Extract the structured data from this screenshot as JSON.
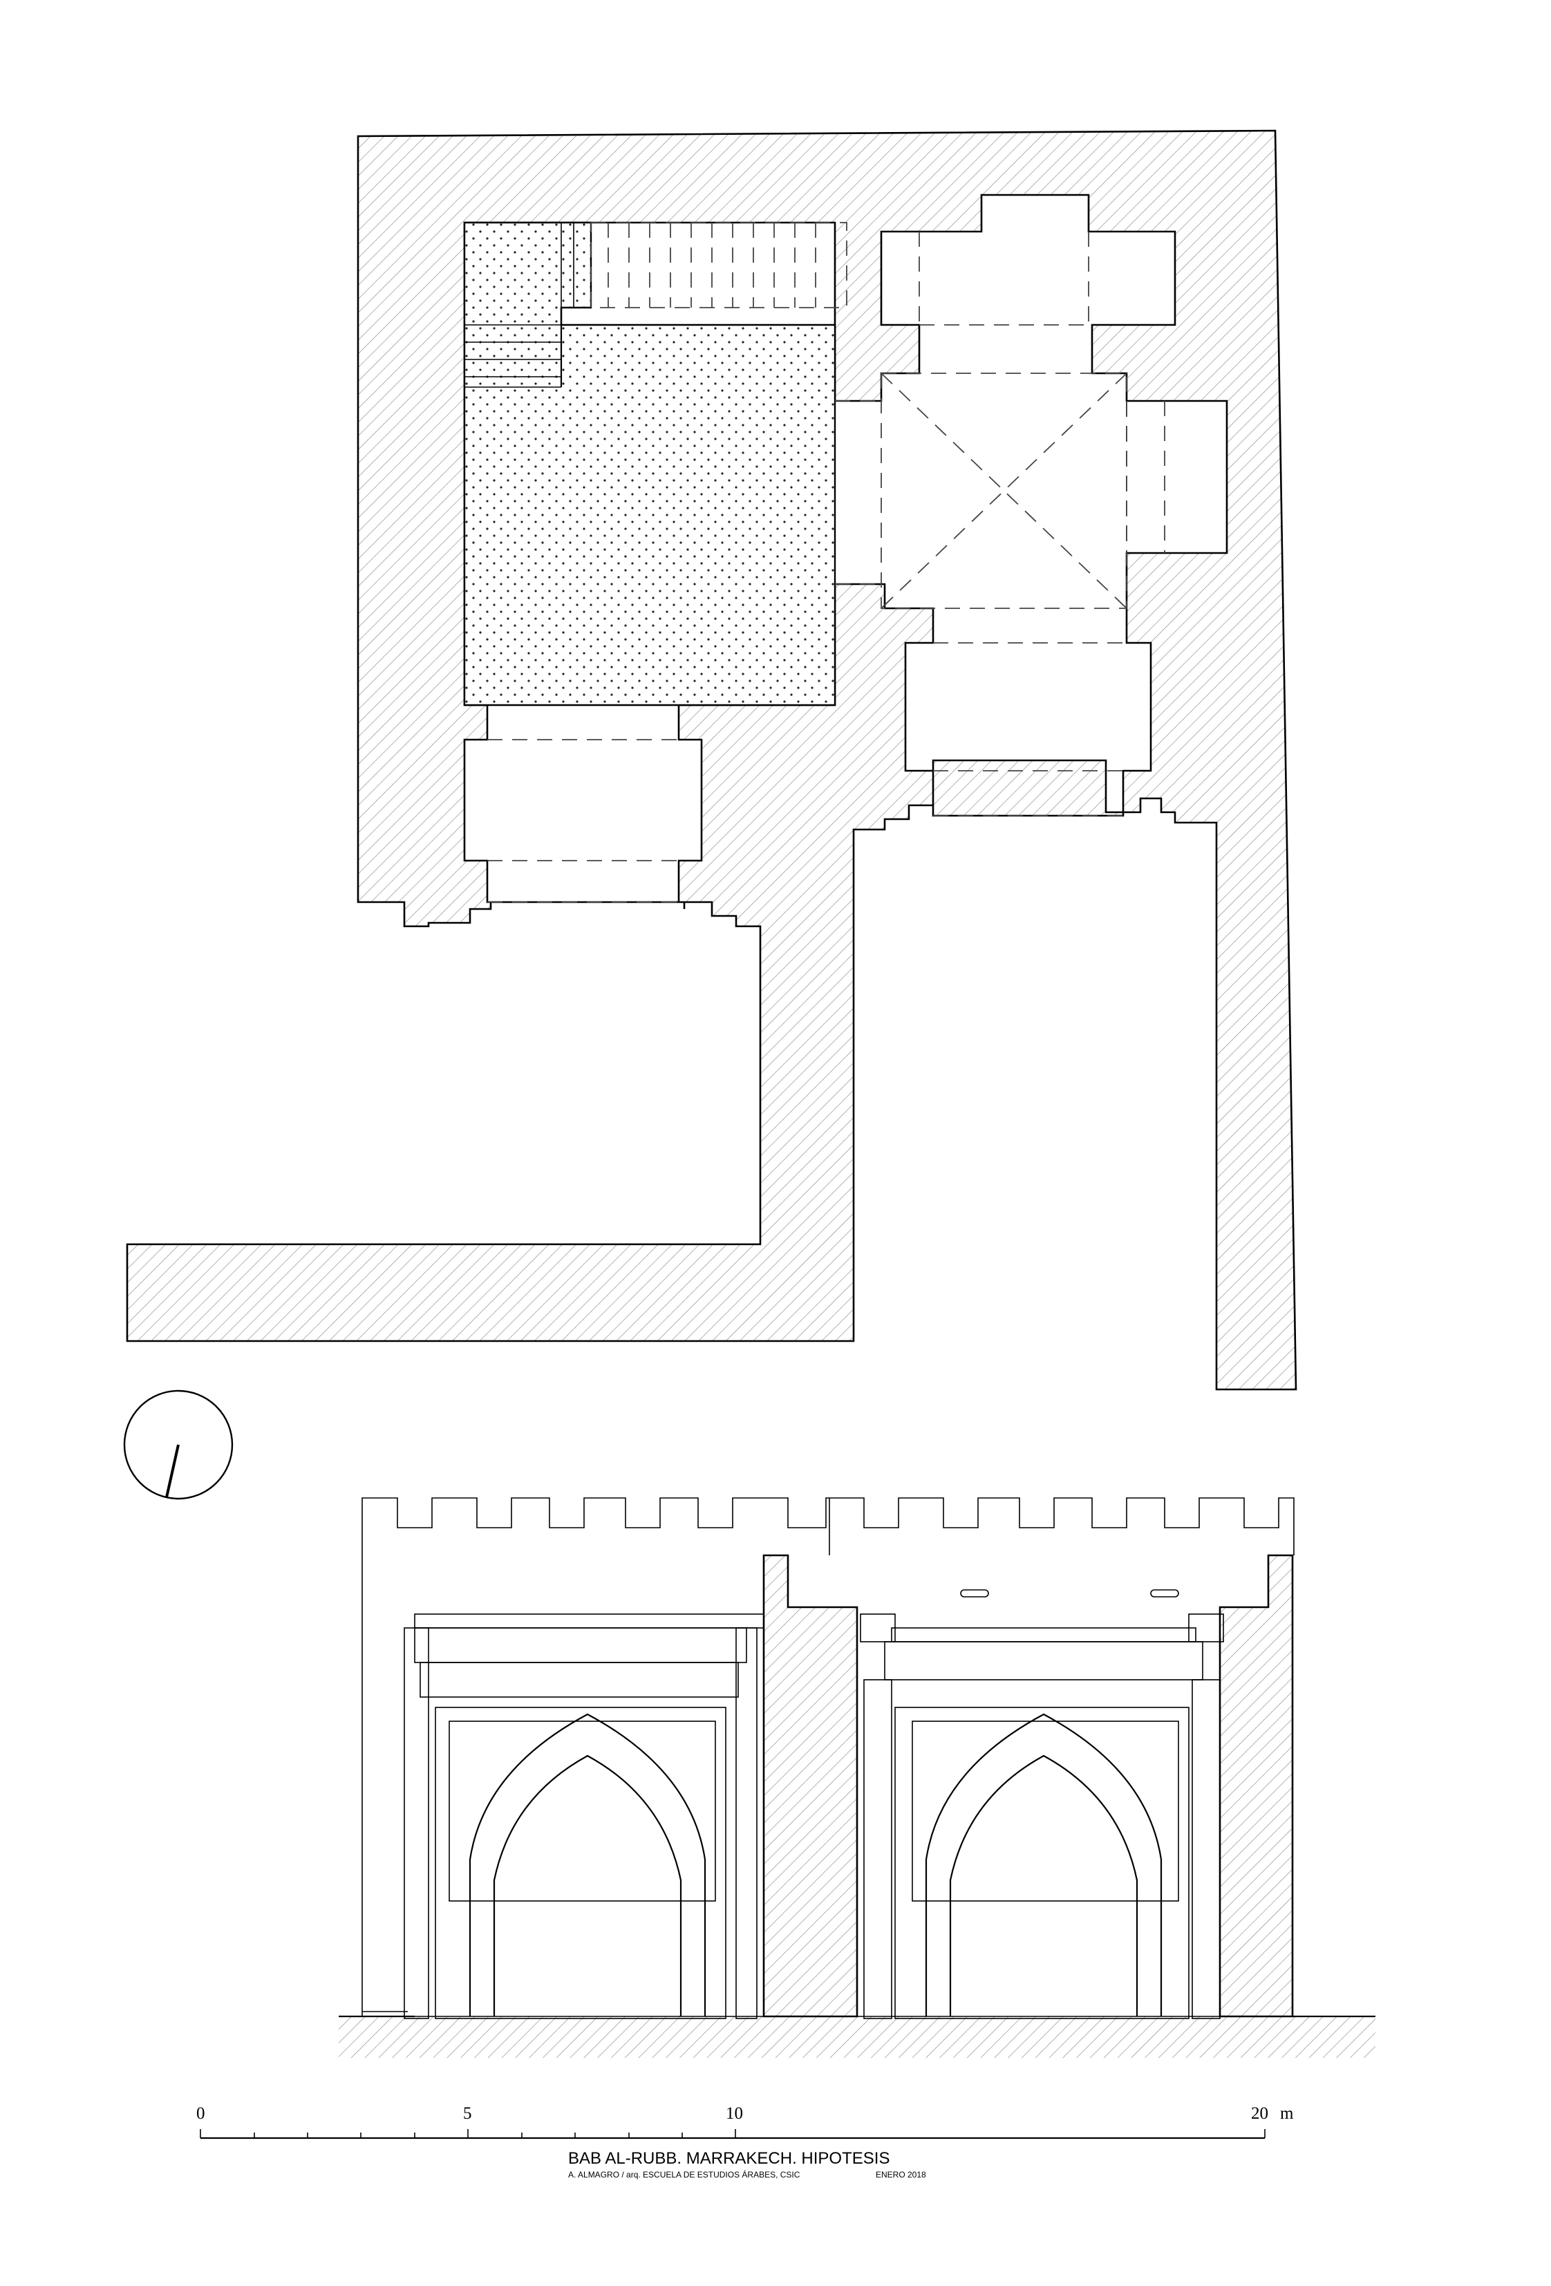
{
  "title": "BAB AL-RUBB. MARRAKECH. HIPOTESIS",
  "credit": "A. ALMAGRO / arq. ESCUELA DE ESTUDIOS ÁRABES, CSIC",
  "date": "ENERO 2018",
  "scale_bar": {
    "labels": [
      "0",
      "5",
      "10",
      "20"
    ],
    "unit": "m"
  }
}
